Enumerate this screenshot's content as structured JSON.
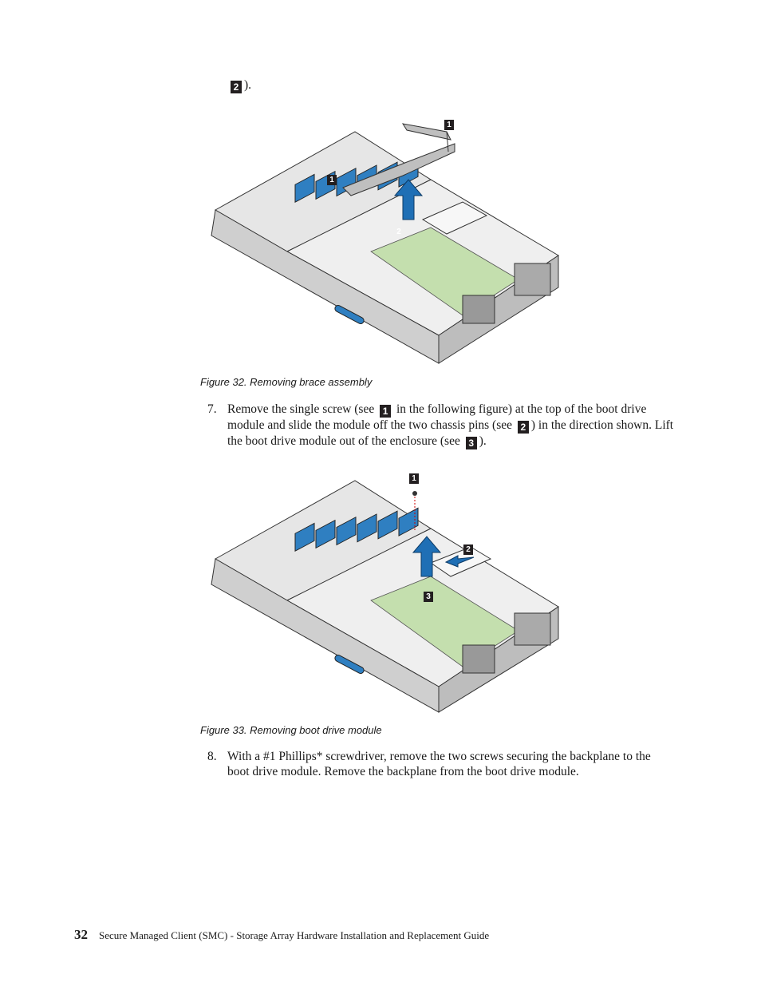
{
  "continuation": {
    "callout": "2",
    "suffix": ")."
  },
  "figure32": {
    "callouts": [
      "1",
      "1",
      "2"
    ],
    "caption": "Figure 32. Removing brace assembly"
  },
  "step7": {
    "number": "7.",
    "parts": [
      "Remove the single screw (see",
      "1",
      "in the following figure) at the top of the boot drive module and slide the module off the two chassis pins (see",
      "2",
      ") in the direction shown. Lift the boot drive module out of the enclosure (see",
      "3",
      ")."
    ]
  },
  "figure33": {
    "callouts": [
      "1",
      "2",
      "3"
    ],
    "caption": "Figure 33. Removing boot drive module"
  },
  "step8": {
    "number": "8.",
    "text": "With a #1 Phillips* screwdriver, remove the two screws securing the backplane to the boot drive module. Remove the backplane from the boot drive module."
  },
  "footer": {
    "page_number": "32",
    "title": "Secure Managed Client (SMC) - Storage Array Hardware Installation and Replacement Guide"
  },
  "colors": {
    "callout_bg": "#231f20",
    "board_green": "#c4dfae",
    "fan_blue": "#2f7fc1",
    "arrow_blue": "#1f6fb5",
    "chassis_gray": "#d9d9d9"
  }
}
